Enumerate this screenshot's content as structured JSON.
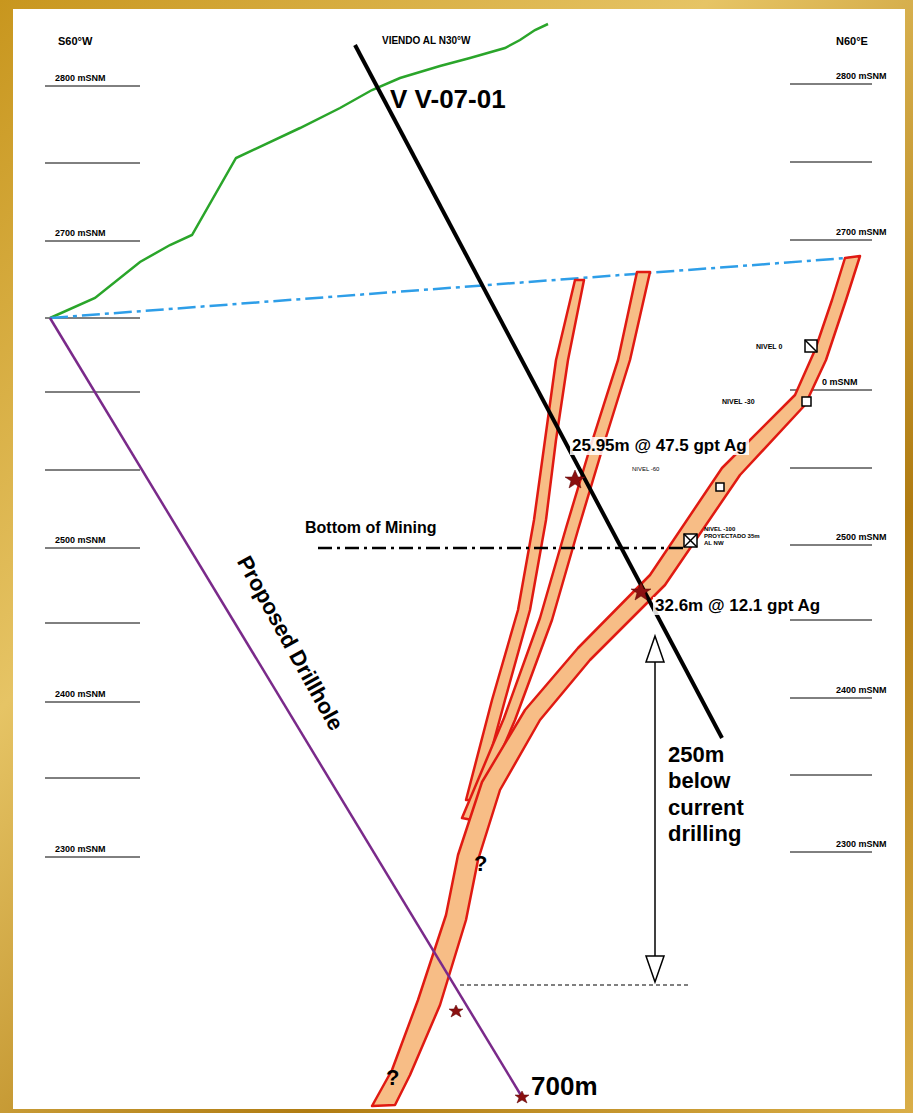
{
  "diagram": {
    "labels": [
      "S60°W",
      "VIENDO AL N30°W",
      "N60°E",
      "2800 mSNM",
      "2700 mSNM",
      "2500 mSNM",
      "2400 mSNM",
      "2300 mSNM",
      "2800 mSNM",
      "2700 mSNM",
      "0 mSNM",
      "2500 mSNM",
      "2400 mSNM",
      "2300 mSNM",
      "NIVEL 0",
      "NIVEL -30",
      "NIVEL -60",
      "NIVEL -100 PROYECTADO 35m AL NW",
      "V V-07-01",
      "25.95m @ 47.5 gpt Ag",
      "Bottom of Mining",
      "32.6m @ 12.1 gpt Ag",
      "Proposed Drillhole",
      "250m below current drilling",
      "?",
      "?",
      "700m"
    ]
  }
}
